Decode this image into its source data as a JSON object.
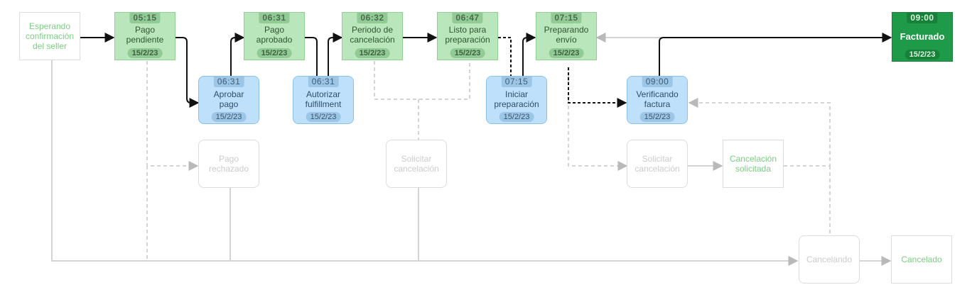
{
  "colors": {
    "state_fill": "#b9e6ba",
    "action_fill": "#bfe0fb",
    "final_fill": "#1f9a49",
    "inactive_text": "#cccccc",
    "inactive_state_text": "#7ccd84",
    "active_edge": "#111111",
    "inactive_edge": "#d4d4d4"
  },
  "nodes": {
    "esperando": {
      "label": "Esperando\nconfirmación\ndel seller"
    },
    "pago_pendiente": {
      "label": "Pago\npendiente",
      "time": "05:15",
      "date": "15/2/23"
    },
    "aprobar_pago": {
      "label": "Aprobar\npago",
      "time": "06:31",
      "date": "15/2/23"
    },
    "pago_rechazado": {
      "label": "Pago\nrechazado"
    },
    "pago_aprobado": {
      "label": "Pago\naprobado",
      "time": "06:31",
      "date": "15/2/23"
    },
    "autorizar_fulfillment": {
      "label": "Autorizar\nfulfillment",
      "time": "06:31",
      "date": "15/2/23"
    },
    "periodo_cancelacion": {
      "label": "Periodo de\ncancelación",
      "time": "06:32",
      "date": "15/2/23"
    },
    "solicitar_cancelacion_1": {
      "label": "Solicitar\ncancelación"
    },
    "listo_preparacion": {
      "label": "Listo para\npreparación",
      "time": "06:47",
      "date": "15/2/23"
    },
    "iniciar_preparacion": {
      "label": "Iniciar\npreparación",
      "time": "07:15",
      "date": "15/2/23"
    },
    "preparando_envio": {
      "label": "Preparando\nenvío",
      "time": "07:15",
      "date": "15/2/23"
    },
    "verificando_factura": {
      "label": "Verificando\nfactura",
      "time": "09:00",
      "date": "15/2/23"
    },
    "solicitar_cancelacion_2": {
      "label": "Solicitar\ncancelación"
    },
    "cancelacion_solicitada": {
      "label": "Cancelación\nsolicitada"
    },
    "cancelando": {
      "label": "Cancelando"
    },
    "cancelado": {
      "label": "Cancelado"
    },
    "facturado": {
      "label": "Facturado",
      "time": "09:00",
      "date": "15/2/23"
    }
  }
}
